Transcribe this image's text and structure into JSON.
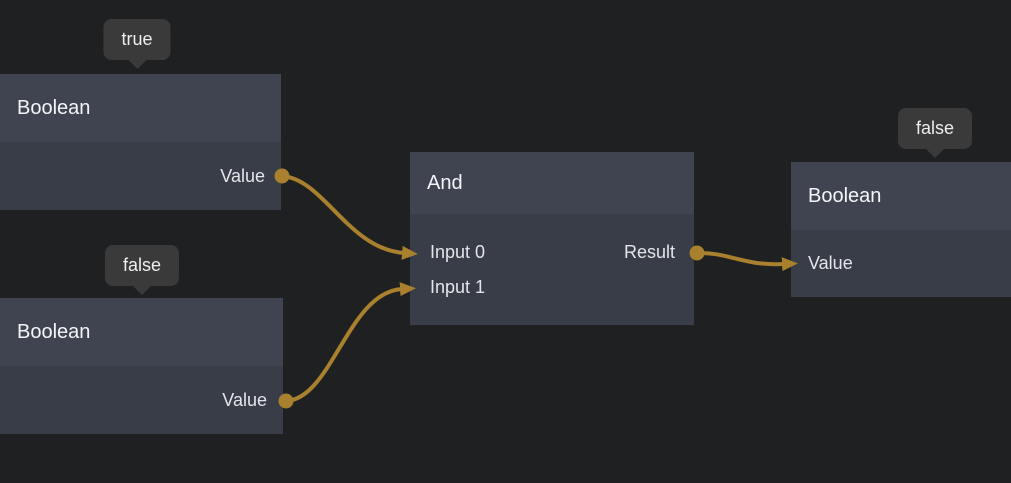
{
  "editor": {
    "type": "visual-scripting-node-graph"
  },
  "colors": {
    "background": "#1f2022",
    "node_header": "#3f4450",
    "node_body": "#393d47",
    "tooltip_bg": "#3a3a3a",
    "connection": "#a8802e",
    "text_primary": "#f4f5f7",
    "text_secondary": "#e3e5e9"
  },
  "nodes": {
    "boolean_top": {
      "title": "Boolean",
      "tooltip": "true",
      "output_port": "Value"
    },
    "boolean_bottom": {
      "title": "Boolean",
      "tooltip": "false",
      "output_port": "Value"
    },
    "and_gate": {
      "title": "And",
      "input_port_0": "Input 0",
      "input_port_1": "Input 1",
      "output_port": "Result"
    },
    "boolean_result": {
      "title": "Boolean",
      "tooltip": "false",
      "input_port": "Value"
    }
  },
  "connections": [
    {
      "from": "boolean_top.Value",
      "to": "and_gate.Input 0"
    },
    {
      "from": "boolean_bottom.Value",
      "to": "and_gate.Input 1"
    },
    {
      "from": "and_gate.Result",
      "to": "boolean_result.Value"
    }
  ]
}
